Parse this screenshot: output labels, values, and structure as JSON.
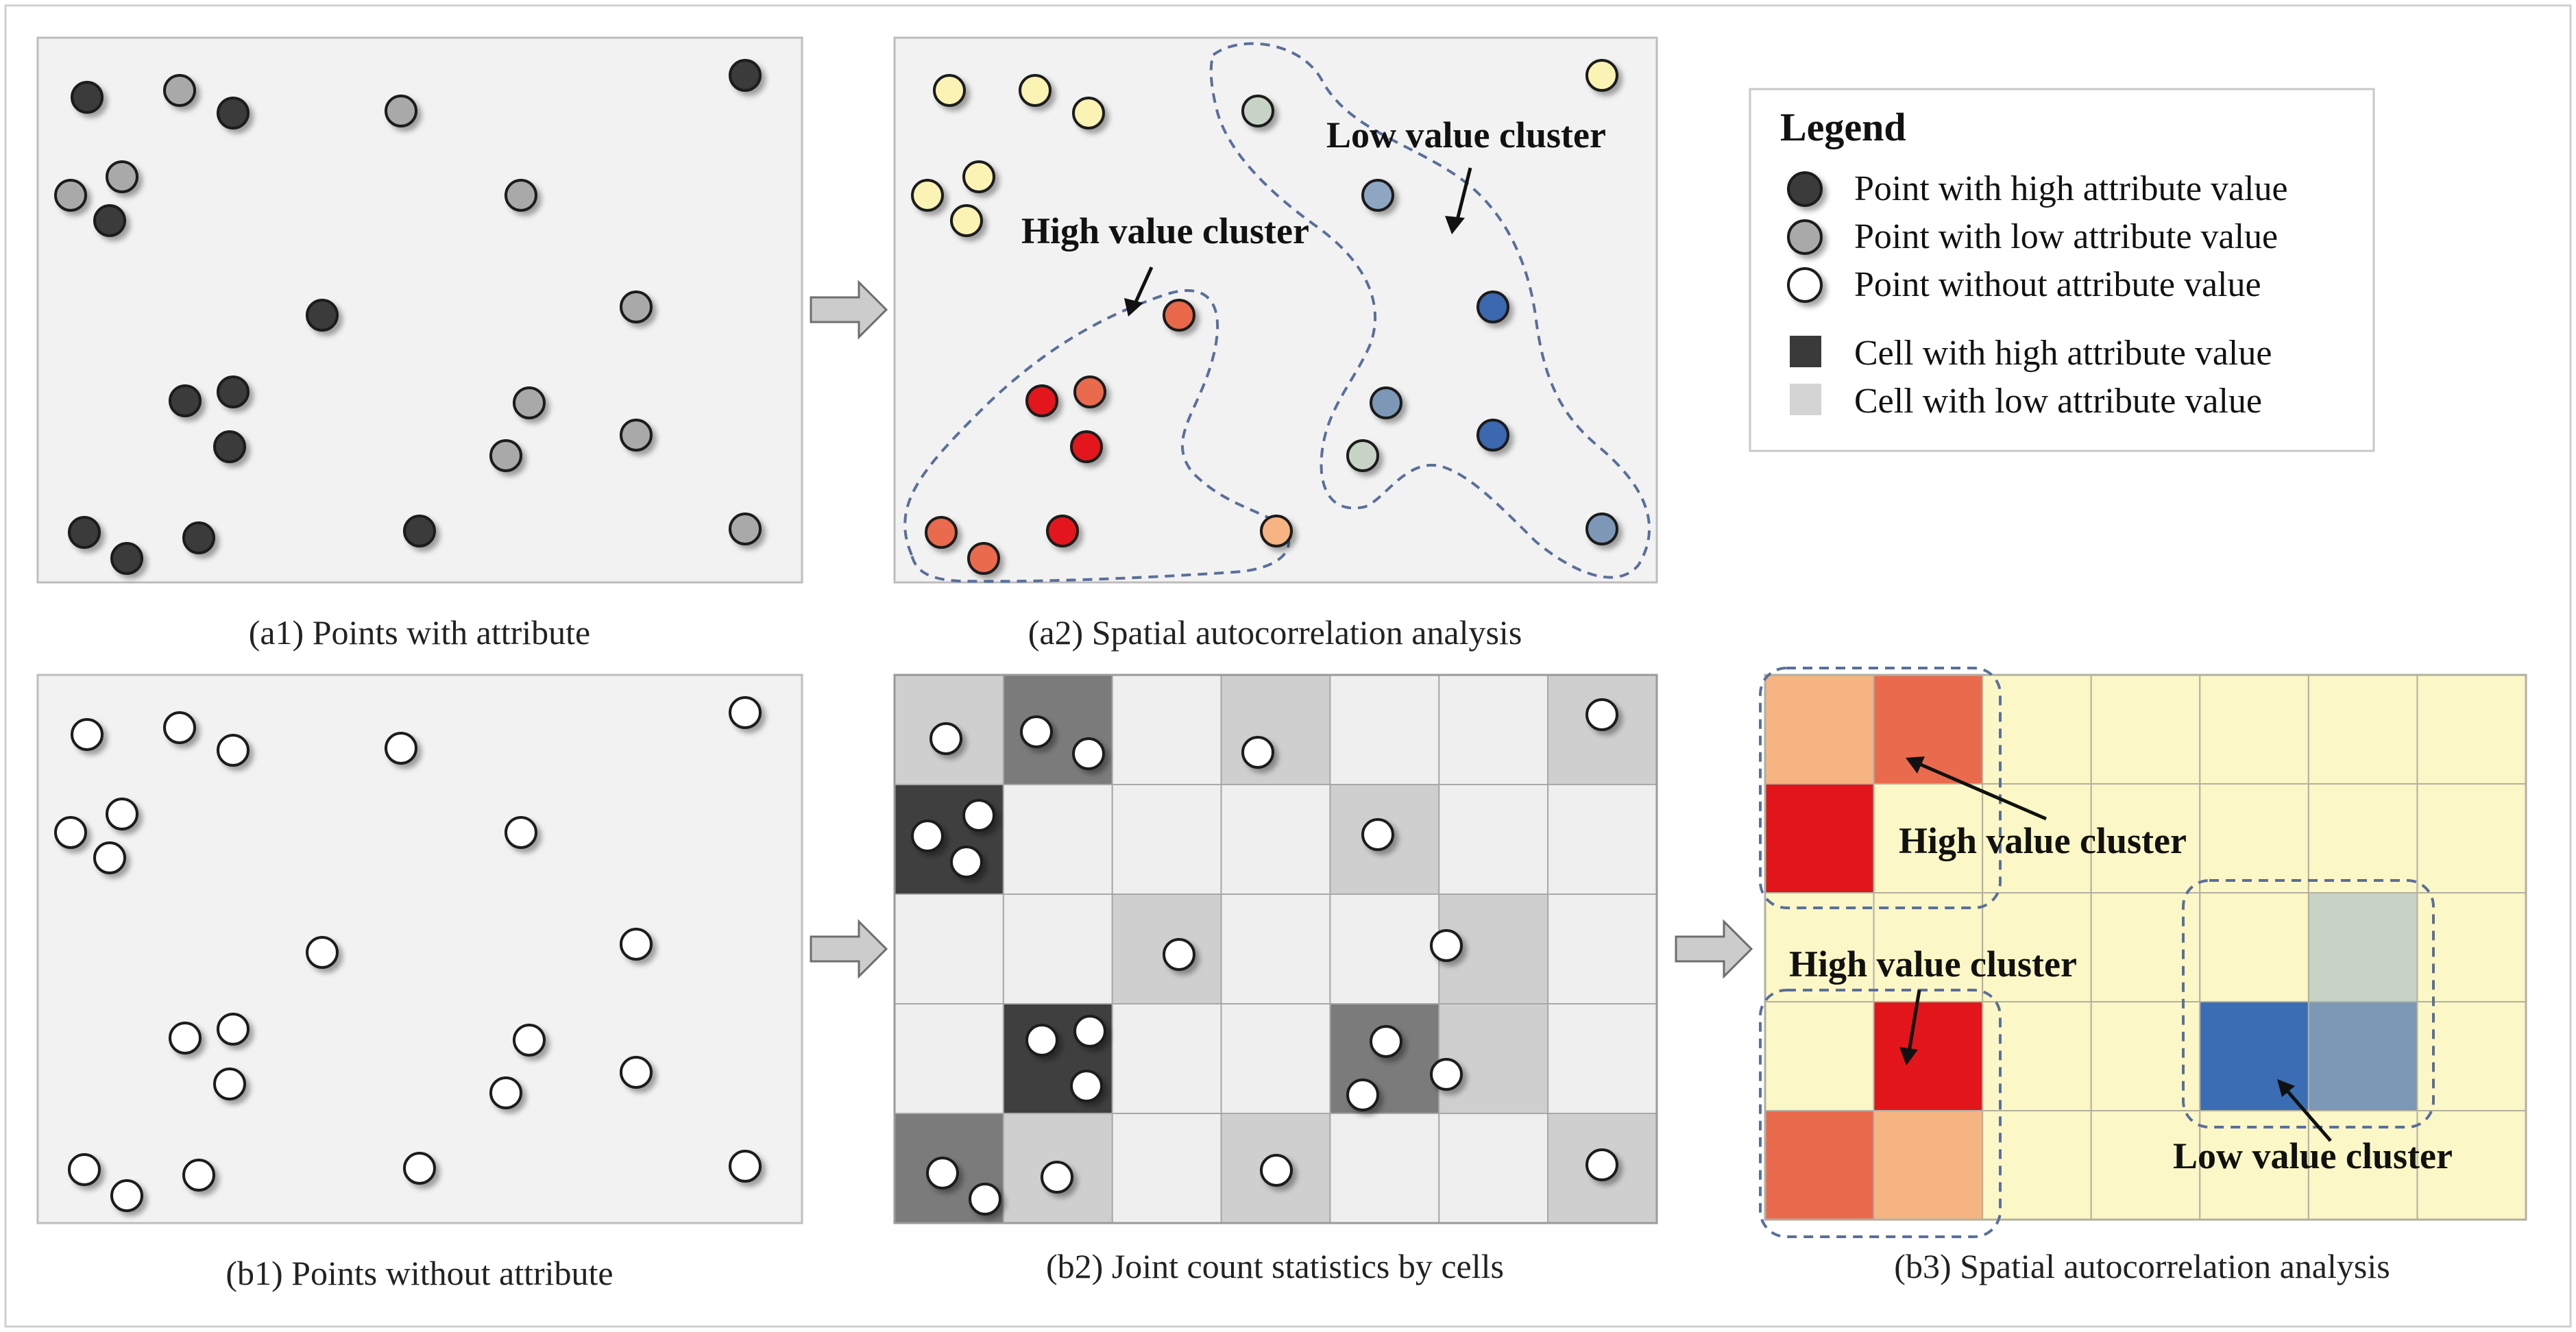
{
  "captions": {
    "a1": "(a1) Points with attribute",
    "a2": "(a2) Spatial autocorrelation analysis",
    "b1": "(b1) Points without attribute",
    "b2": "(b2) Joint count statistics by cells",
    "b3": "(b3) Spatial autocorrelation analysis"
  },
  "annotations": {
    "a2_high": "High value cluster",
    "a2_low": "Low value cluster",
    "b3_high_top": "High value cluster",
    "b3_high_bottom": "High value cluster",
    "b3_low": "Low value cluster"
  },
  "legend": {
    "title": "Legend",
    "items": [
      {
        "label": "Point with high attribute value",
        "kind": "point",
        "color": "#3a3a3a"
      },
      {
        "label": "Point with low attribute value",
        "kind": "point",
        "color": "#a9a9a9"
      },
      {
        "label": "Point without attribute value",
        "kind": "point",
        "color": "#ffffff"
      },
      {
        "label": "Cell with high attribute value",
        "kind": "cell",
        "color": "#3a3a3a"
      },
      {
        "label": "Cell with low attribute value",
        "kind": "cell",
        "color": "#d4d4d4"
      }
    ]
  },
  "colors": {
    "panel_bg": "#f2f2f2",
    "high_point": "#3a3a3a",
    "low_point": "#a9a9a9",
    "empty_point": "#ffffff",
    "cluster_outline": "#5a6f9a",
    "arrow": "#cccccc",
    "b3_bg": "#fbf7c6"
  }
}
